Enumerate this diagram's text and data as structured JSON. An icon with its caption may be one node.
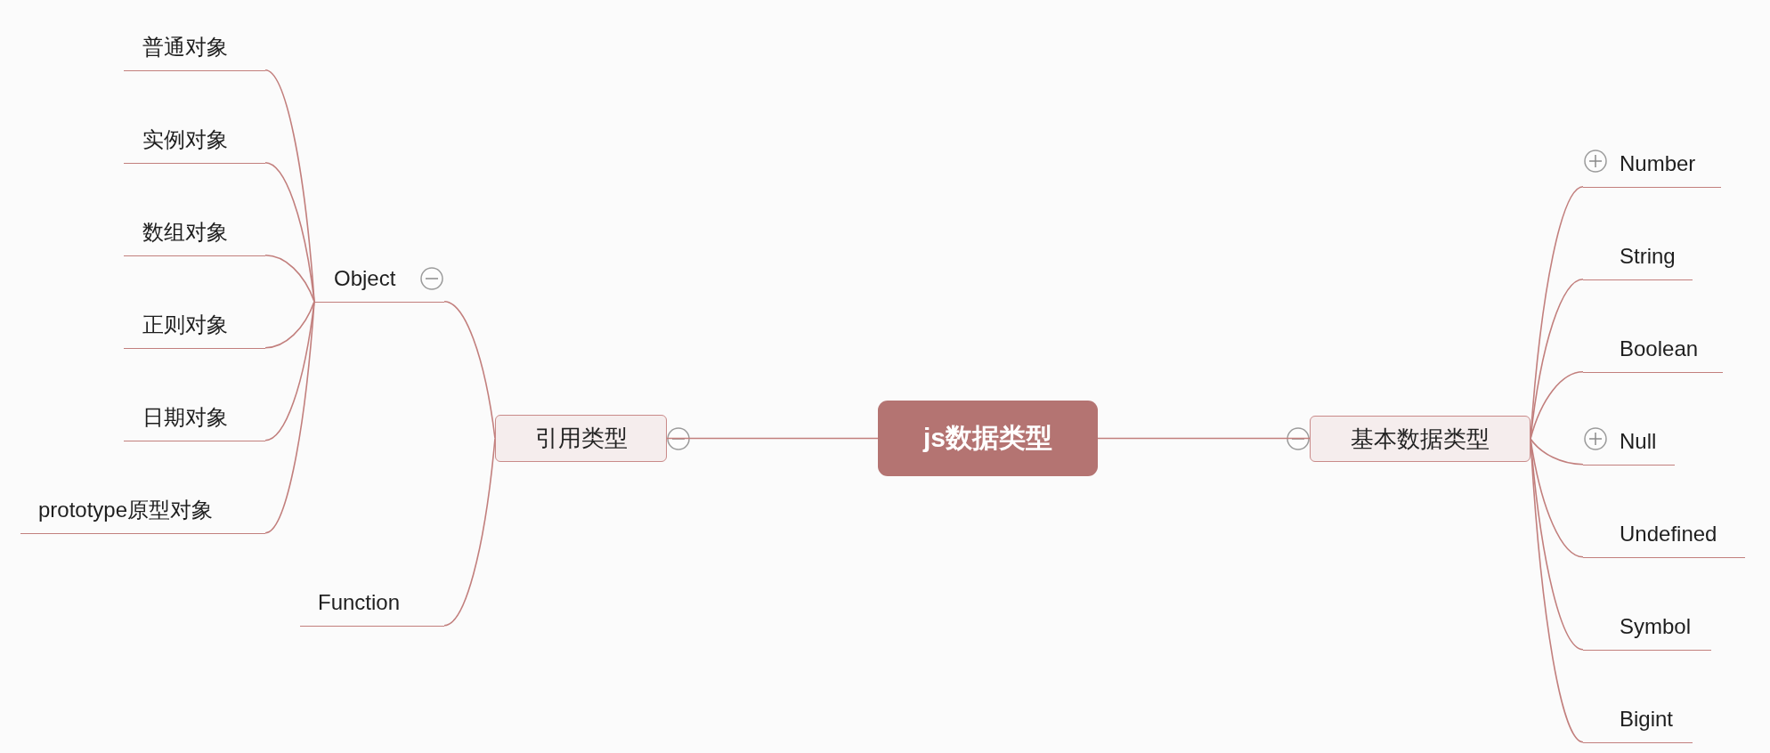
{
  "diagram": {
    "nodes": [
      {
        "text": [
          "js数据类型"
        ]
      },
      {
        "text": [
          "引用类型"
        ]
      },
      {
        "text": [
          "Object"
        ]
      },
      {
        "text": [
          "普通对象"
        ]
      },
      {
        "text": [
          "实例对象"
        ]
      },
      {
        "text": [
          "数组对象"
        ]
      },
      {
        "text": [
          "正则对象"
        ]
      },
      {
        "text": [
          "日期对象"
        ]
      },
      {
        "text": [
          "prototype原型对象"
        ]
      },
      {
        "text": [
          "Function"
        ]
      },
      {
        "text": [
          "基本数据类型"
        ]
      },
      {
        "text": [
          "Number"
        ]
      },
      {
        "text": [
          "String"
        ]
      },
      {
        "text": [
          "Boolean"
        ]
      },
      {
        "text": [
          "Null"
        ]
      },
      {
        "text": [
          "Undefined"
        ]
      },
      {
        "text": [
          "Symbol"
        ]
      },
      {
        "text": [
          "Bigint"
        ]
      }
    ],
    "edges": [
      {
        "from": 0,
        "to": 1,
        "arrow": "none"
      },
      {
        "from": 1,
        "to": 2,
        "arrow": "none"
      },
      {
        "from": 2,
        "to": 3,
        "arrow": "none"
      },
      {
        "from": 2,
        "to": 4,
        "arrow": "none"
      },
      {
        "from": 2,
        "to": 5,
        "arrow": "none"
      },
      {
        "from": 2,
        "to": 6,
        "arrow": "none"
      },
      {
        "from": 2,
        "to": 7,
        "arrow": "none"
      },
      {
        "from": 2,
        "to": 8,
        "arrow": "none"
      },
      {
        "from": 1,
        "to": 9,
        "arrow": "none"
      },
      {
        "from": 0,
        "to": 10,
        "arrow": "none"
      },
      {
        "from": 10,
        "to": 11,
        "arrow": "none"
      },
      {
        "from": 10,
        "to": 12,
        "arrow": "none"
      },
      {
        "from": 10,
        "to": 13,
        "arrow": "none"
      },
      {
        "from": 10,
        "to": 14,
        "arrow": "none"
      },
      {
        "from": 10,
        "to": 15,
        "arrow": "none"
      },
      {
        "from": 10,
        "to": 16,
        "arrow": "none"
      },
      {
        "from": 10,
        "to": 17,
        "arrow": "none"
      }
    ]
  }
}
